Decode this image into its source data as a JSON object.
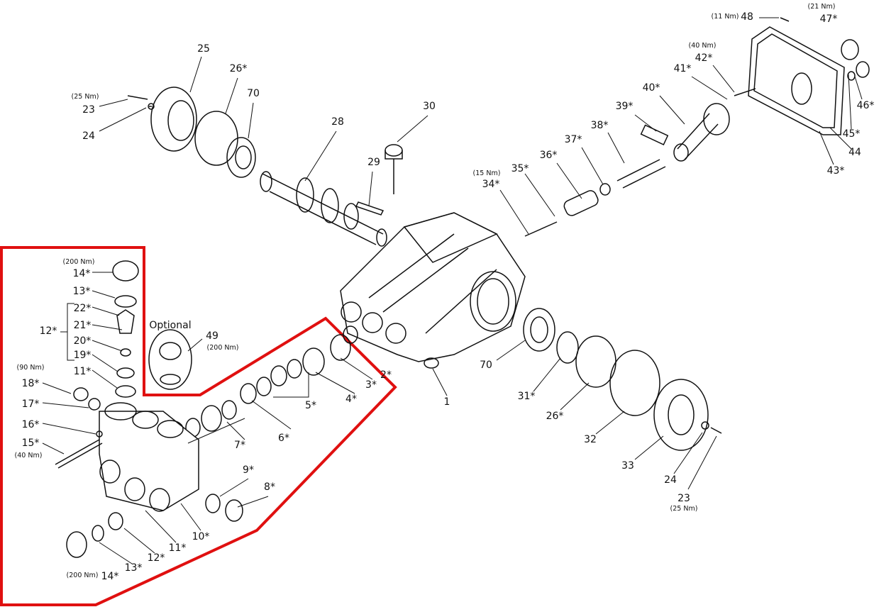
{
  "title": "Pump exploded parts diagram",
  "colors": {
    "highlight": "#e01010",
    "line": "#111111"
  },
  "labels": {
    "p48": "48",
    "t48": "(11 Nm)",
    "p47": "47*",
    "t47": "(21 Nm)",
    "p42": "42*",
    "t42": "(40 Nm)",
    "p41": "41*",
    "p40": "40*",
    "p39": "39*",
    "p38": "38*",
    "p37": "37*",
    "p36": "36*",
    "p35": "35*",
    "p34": "34*",
    "t34": "(15 Nm)",
    "p46": "46*",
    "p45": "45*",
    "p44": "44",
    "p43": "43*",
    "p25": "25",
    "p26a": "26*",
    "p70a": "70",
    "p23a": "23",
    "t23a": "(25 Nm)",
    "p24a": "24",
    "p28": "28",
    "p29": "29",
    "p30": "30",
    "p70b": "70",
    "p31": "31*",
    "p26b": "26*",
    "p32": "32",
    "p33": "33",
    "p24b": "24",
    "p23b": "23",
    "t23b": "(25 Nm)",
    "p1": "1",
    "p2": "2*",
    "p3": "3*",
    "p4": "4*",
    "p5": "5*",
    "p6": "6*",
    "p7": "7*",
    "p14a": "14*",
    "t14a": "(200 Nm)",
    "p13a": "13*",
    "p22": "22*",
    "p12a": "12*",
    "p21": "21*",
    "p20": "20*",
    "p19": "19*",
    "p11a": "11*",
    "p18": "18*",
    "t18": "(90 Nm)",
    "p17": "17*",
    "p16": "16*",
    "p15": "15*",
    "t15": "(40 Nm)",
    "optional": "Optional",
    "p49": "49",
    "t49": "(200 Nm)",
    "p9": "9*",
    "p8": "8*",
    "p10": "10*",
    "p11b": "11*",
    "p12b": "12*",
    "p13b": "13*",
    "p14b": "14*",
    "t14b": "(200 Nm)"
  }
}
